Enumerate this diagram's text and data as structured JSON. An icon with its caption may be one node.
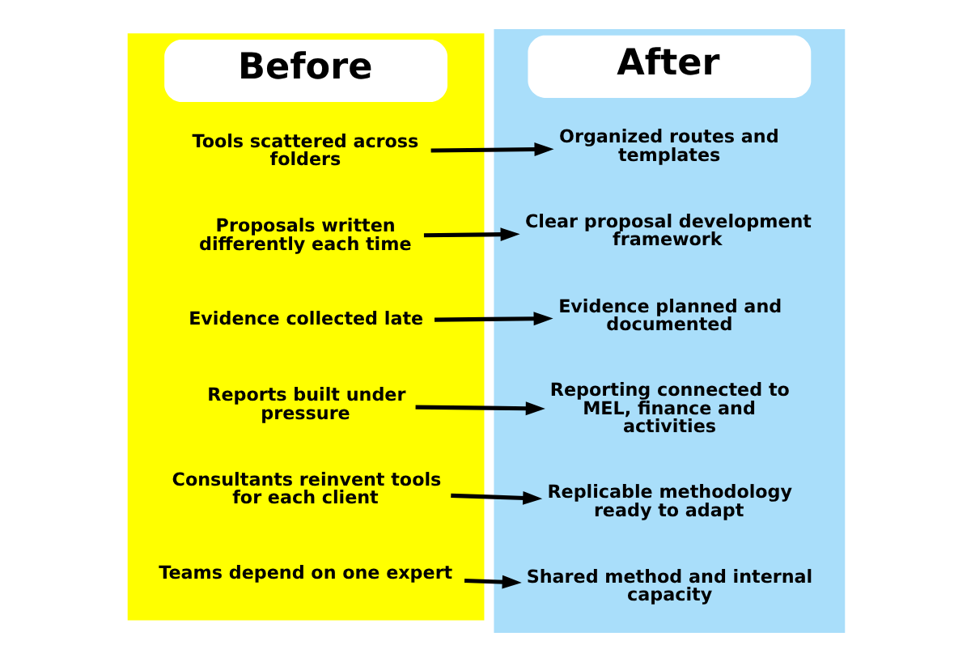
{
  "diagram": {
    "nodes": [
      {
        "text": [
          "Before"
        ]
      },
      {
        "text": [
          "Tools scattered across folders"
        ],
        "in": 0
      },
      {
        "text": [
          "Proposals written differently each time"
        ],
        "in": 0
      },
      {
        "text": [
          "Evidence collected late"
        ],
        "in": 0
      },
      {
        "text": [
          "Reports built under pressure"
        ],
        "in": 0
      },
      {
        "text": [
          "Consultants reinvent tools for each client"
        ],
        "in": 0
      },
      {
        "text": [
          "Teams depend on one expert"
        ],
        "in": 0
      },
      {
        "text": [
          "After"
        ]
      },
      {
        "text": [
          "Organized routes and templates"
        ],
        "in": 7
      },
      {
        "text": [
          "Clear proposal development framework"
        ],
        "in": 7
      },
      {
        "text": [
          "Evidence planned and documented"
        ],
        "in": 7
      },
      {
        "text": [
          "Reporting connected to MEL, finance and activities"
        ],
        "in": 7
      },
      {
        "text": [
          "Replicable methodology ready to adapt"
        ],
        "in": 7
      },
      {
        "text": [
          "Shared method and internal capacity"
        ],
        "in": 7
      }
    ],
    "edges": [
      {
        "from": 1,
        "to": 8,
        "arrow": "to"
      },
      {
        "from": 2,
        "to": 9,
        "arrow": "to"
      },
      {
        "from": 3,
        "to": 10,
        "arrow": "to"
      },
      {
        "from": 4,
        "to": 11,
        "arrow": "to"
      },
      {
        "from": 5,
        "to": 12,
        "arrow": "to"
      },
      {
        "from": 6,
        "to": 13,
        "arrow": "to"
      }
    ]
  }
}
